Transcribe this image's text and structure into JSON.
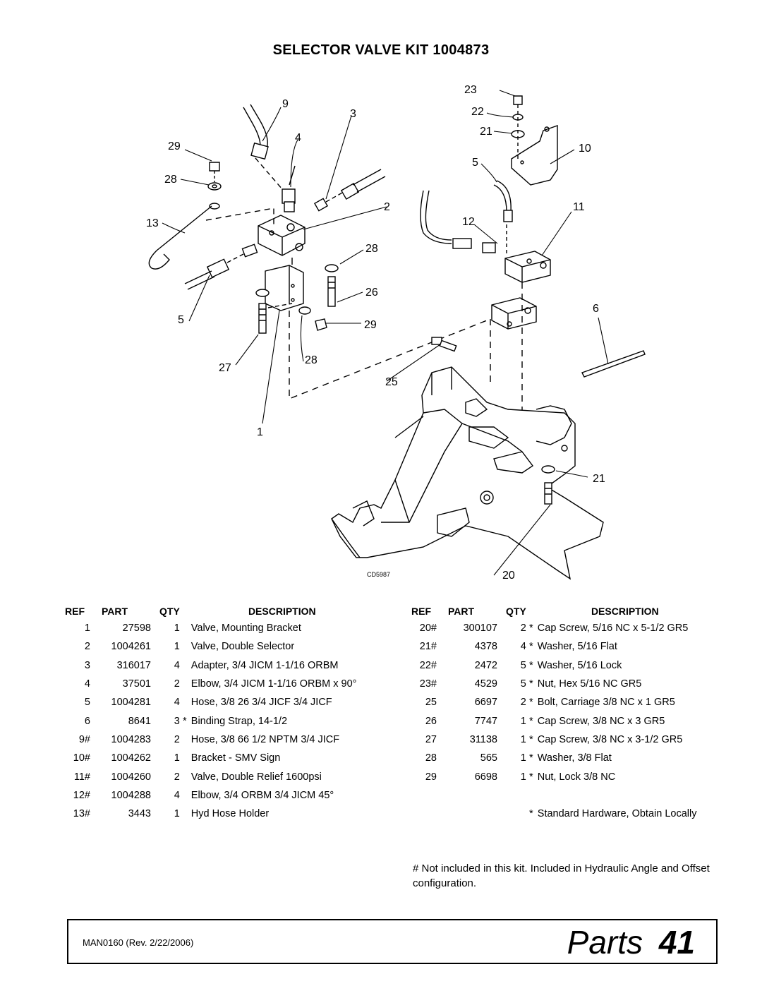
{
  "title": "SELECTOR VALVE KIT 1004873",
  "drawing_code": "CD5987",
  "callouts": {
    "c23": "23",
    "c22": "22",
    "c21a": "21",
    "c10": "10",
    "c5a": "5",
    "c11": "11",
    "c12": "12",
    "c9": "9",
    "c3": "3",
    "c4": "4",
    "c29a": "29",
    "c28a": "28",
    "c13": "13",
    "c2": "2",
    "c28b": "28",
    "c26": "26",
    "c5b": "5",
    "c29b": "29",
    "c6": "6",
    "c27": "27",
    "c28c": "28",
    "c25": "25",
    "c1": "1",
    "c21b": "21",
    "c20": "20"
  },
  "table_headers": {
    "ref": "REF",
    "part": "PART",
    "qty": "QTY",
    "description": "DESCRIPTION"
  },
  "parts_left": [
    {
      "ref": "1",
      "part": "27598",
      "qty": "1",
      "star": "",
      "desc": "Valve, Mounting Bracket"
    },
    {
      "ref": "2",
      "part": "1004261",
      "qty": "1",
      "star": "",
      "desc": "Valve, Double Selector"
    },
    {
      "ref": "3",
      "part": "316017",
      "qty": "4",
      "star": "",
      "desc": "Adapter, 3/4 JICM 1-1/16 ORBM"
    },
    {
      "ref": "4",
      "part": "37501",
      "qty": "2",
      "star": "",
      "desc": "Elbow, 3/4 JICM 1-1/16 ORBM x 90°"
    },
    {
      "ref": "5",
      "part": "1004281",
      "qty": "4",
      "star": "",
      "desc": "Hose, 3/8 26 3/4 JICF 3/4 JICF"
    },
    {
      "ref": "6",
      "part": "8641",
      "qty": "3",
      "star": "*",
      "desc": "Binding Strap, 14-1/2"
    },
    {
      "ref": "9#",
      "part": "1004283",
      "qty": "2",
      "star": "",
      "desc": "Hose, 3/8 66 1/2 NPTM 3/4 JICF"
    },
    {
      "ref": "10#",
      "part": "1004262",
      "qty": "1",
      "star": "",
      "desc": "Bracket - SMV Sign"
    },
    {
      "ref": "11#",
      "part": "1004260",
      "qty": "2",
      "star": "",
      "desc": "Valve, Double Relief 1600psi"
    },
    {
      "ref": "12#",
      "part": "1004288",
      "qty": "4",
      "star": "",
      "desc": "Elbow, 3/4 ORBM 3/4 JICM 45°"
    },
    {
      "ref": "13#",
      "part": "3443",
      "qty": "1",
      "star": "",
      "desc": "Hyd Hose Holder"
    }
  ],
  "parts_right": [
    {
      "ref": "20#",
      "part": "300107",
      "qty": "2",
      "star": "*",
      "desc": "Cap Screw, 5/16 NC x 5-1/2 GR5"
    },
    {
      "ref": "21#",
      "part": "4378",
      "qty": "4",
      "star": "*",
      "desc": "Washer, 5/16 Flat"
    },
    {
      "ref": "22#",
      "part": "2472",
      "qty": "5",
      "star": "*",
      "desc": "Washer, 5/16 Lock"
    },
    {
      "ref": "23#",
      "part": "4529",
      "qty": "5",
      "star": "*",
      "desc": "Nut, Hex 5/16 NC GR5"
    },
    {
      "ref": "25",
      "part": "6697",
      "qty": "2",
      "star": "*",
      "desc": "Bolt, Carriage  3/8 NC x 1  GR5"
    },
    {
      "ref": "26",
      "part": "7747",
      "qty": "1",
      "star": "*",
      "desc": "Cap Screw, 3/8 NC x 3 GR5"
    },
    {
      "ref": "27",
      "part": "31138",
      "qty": "1",
      "star": "*",
      "desc": "Cap Screw, 3/8 NC x 3-1/2 GR5"
    },
    {
      "ref": "28",
      "part": "565",
      "qty": "1",
      "star": "*",
      "desc": "Washer, 3/8 Flat"
    },
    {
      "ref": "29",
      "part": "6698",
      "qty": "1",
      "star": "*",
      "desc": "Nut, Lock 3/8 NC"
    },
    {
      "ref": "",
      "part": "",
      "qty": "",
      "star": "",
      "desc": ""
    },
    {
      "ref": "",
      "part": "",
      "qty": "",
      "star": "*",
      "desc": "Standard Hardware, Obtain Locally"
    }
  ],
  "note": "# Not included in this kit. Included in Hydraulic Angle and Offset configuration.",
  "footer": {
    "revision": "MAN0160 (Rev. 2/22/2006)",
    "section_word": "Parts",
    "page_number": "41"
  }
}
